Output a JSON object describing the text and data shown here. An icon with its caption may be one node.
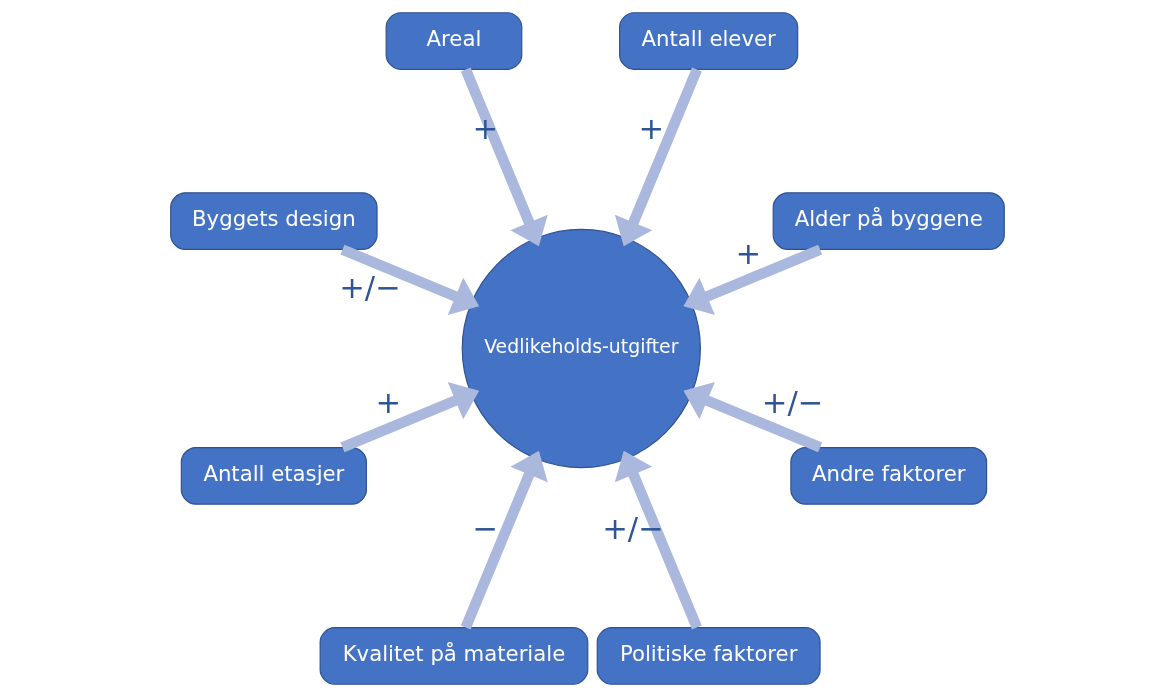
{
  "diagram": {
    "nodes": [
      {
        "text": [
          "Alder på byggene"
        ]
      },
      {
        "text": [
          "Antall elever"
        ]
      },
      {
        "text": [
          "Areal"
        ]
      },
      {
        "text": [
          "Byggets design"
        ]
      },
      {
        "text": [
          "Antall etasjer"
        ]
      },
      {
        "text": [
          "Kvalitet på materiale"
        ]
      },
      {
        "text": [
          "Politiske faktorer"
        ]
      },
      {
        "text": [
          "Andre faktorer"
        ]
      },
      {
        "text": [
          "Vedlikeholds-utgifter"
        ]
      }
    ],
    "edges": [
      {
        "from": 0,
        "to": 8,
        "arrow": "to",
        "label": "+"
      },
      {
        "from": 1,
        "to": 8,
        "arrow": "to",
        "label": "+"
      },
      {
        "from": 2,
        "to": 8,
        "arrow": "to",
        "label": "+"
      },
      {
        "from": 3,
        "to": 8,
        "arrow": "to",
        "label": "+/−"
      },
      {
        "from": 4,
        "to": 8,
        "arrow": "to",
        "label": "+"
      },
      {
        "from": 5,
        "to": 8,
        "arrow": "to",
        "label": "−"
      },
      {
        "from": 6,
        "to": 8,
        "arrow": "to",
        "label": "+/−"
      },
      {
        "from": 7,
        "to": 8,
        "arrow": "to",
        "label": "+/−"
      }
    ]
  }
}
